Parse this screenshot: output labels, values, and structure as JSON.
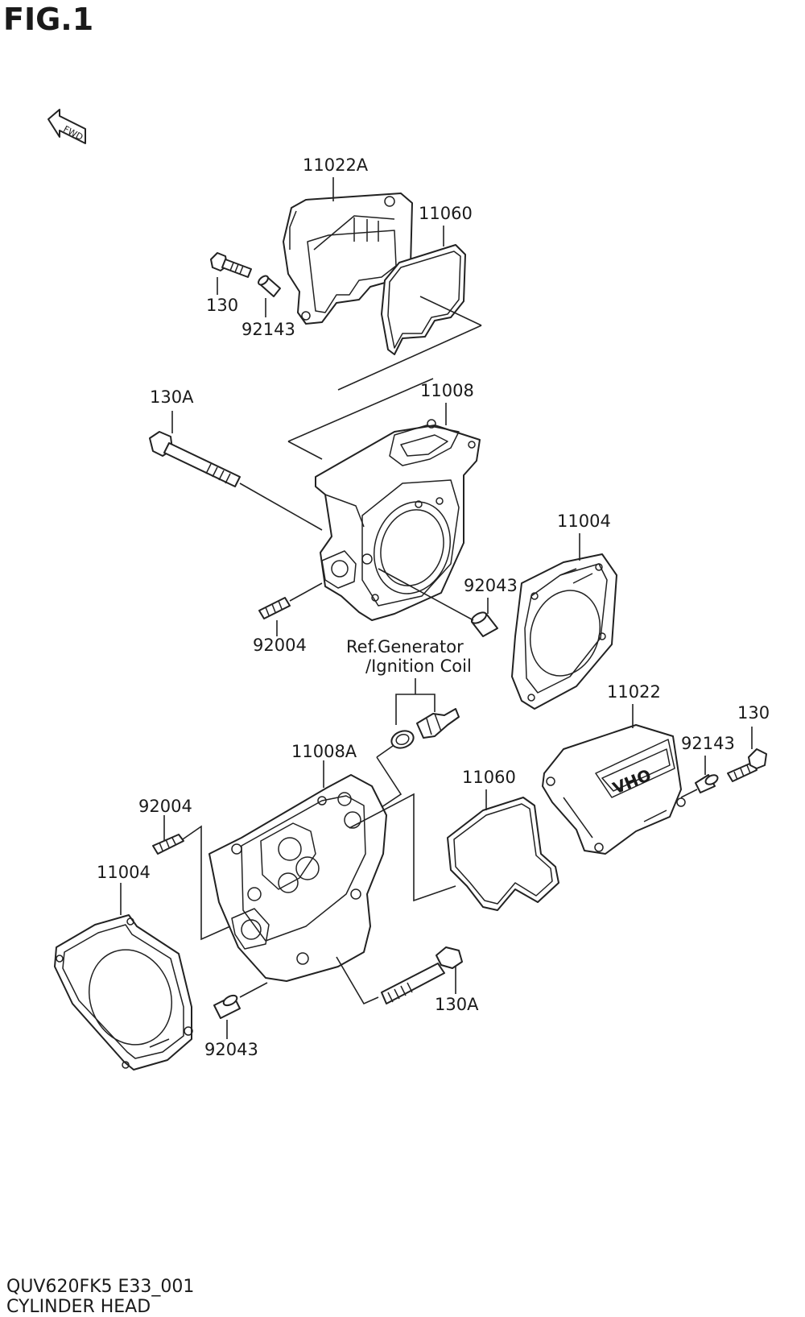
{
  "figure": {
    "title": "FIG.1",
    "code": "QUV620FK5 E33_001",
    "name": "CYLINDER HEAD",
    "fwd_label": "FWD"
  },
  "parts": {
    "p11022A": "11022A",
    "p11060_top": "11060",
    "p130_top": "130",
    "p92143_top": "92143",
    "p130A_top": "130A",
    "p11008": "11008",
    "p11004_right": "11004",
    "p92043_top": "92043",
    "p92004_top": "92004",
    "p11022": "11022",
    "p130_right": "130",
    "p92143_right": "92143",
    "p11008A": "11008A",
    "p92004_left": "92004",
    "p11060_bottom": "11060",
    "p11004_left": "11004",
    "p130A_bottom": "130A",
    "p92043_bottom": "92043"
  },
  "reference": {
    "line1": "Ref.Generator",
    "line2": "/Ignition Coil"
  }
}
